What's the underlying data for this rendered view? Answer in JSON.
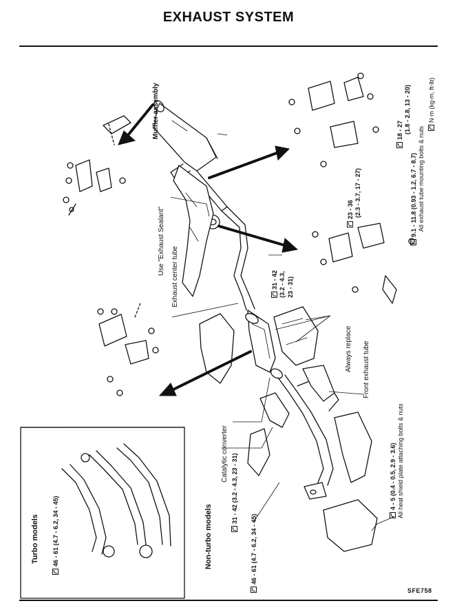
{
  "title": "EXHAUST SYSTEM",
  "figure_code": "SFE758",
  "labels": {
    "muffler": "Muffler assembly",
    "sealant": "Use \"Exhaust Sealant\"",
    "center_tube": "Exhaust center tube",
    "always_replace": "Always replace",
    "front_tube": "Front exhaust tube",
    "catalytic": "Catalytic converter",
    "turbo_models": "Turbo models",
    "non_turbo_models": "Non-turbo models",
    "unit": "N·m (kg-m, ft-lb)",
    "mount_note": "All exhaust tube mounting bolts & nuts",
    "heat_note": "All heat shield plate attaching bolts & nuts"
  },
  "torques": {
    "t_18_27_a": "18 - 27",
    "t_18_27_b": "(1.8 - 2.8, 13 - 20)",
    "t_23_36_a": "23 - 36",
    "t_23_36_b": "(2.3 - 3.7, 17 - 27)",
    "t_91_118": "9.1 - 11.8 (0.93 - 1.2, 6.7 - 8.7)",
    "t_31_42_a": "31 - 42",
    "t_31_42_b": "(3.2 - 4.3,",
    "t_31_42_c": "23 - 31)",
    "t_31_42_cat": "31 - 42 (3.2 - 4.3, 23 - 31)",
    "t_46_61_nt": "46 - 61 (4.7 - 6.2, 34 - 45)",
    "t_4_5": "4 - 5 (0.4 - 0.5, 2.9 - 3.6)",
    "t_46_61_turbo": "46 - 61 (4.7 - 6.2, 34 - 45)"
  }
}
